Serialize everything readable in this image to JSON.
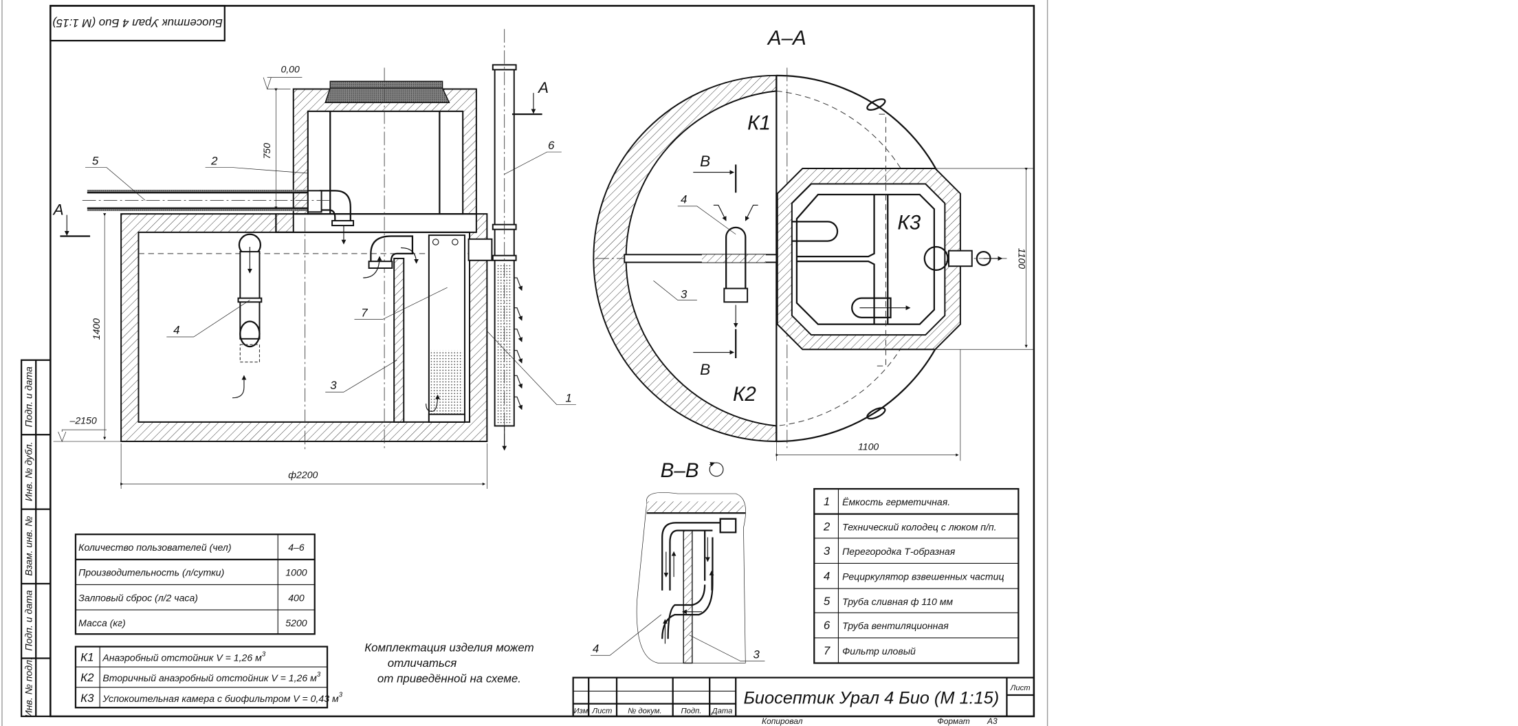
{
  "drawing": {
    "title_rotated": "Биосептик Урал 4 Био (М 1:15)",
    "section_aa": "А–А",
    "section_bb": "В–В",
    "section_mark_a": "А",
    "section_mark_b": "В",
    "chambers": {
      "k1": "К1",
      "k2": "К2",
      "k3": "К3"
    },
    "dims": {
      "level_top": "0,00",
      "level_bottom": "–2150",
      "h750": "750",
      "h1400": "1400",
      "d2200": "ф2200",
      "w1100": "1100",
      "h1100": "1100"
    },
    "callouts": {
      "c1": "1",
      "c2": "2",
      "c3": "3",
      "c4": "4",
      "c5": "5",
      "c6": "6",
      "c7": "7"
    }
  },
  "params_table": [
    {
      "label": "Количество пользователей (чел)",
      "value": "4–6"
    },
    {
      "label": "Производительность (л/сутки)",
      "value": "1000"
    },
    {
      "label": "Залповый сброс (л/2 часа)",
      "value": "400"
    },
    {
      "label": "Масса (кг)",
      "value": "5200"
    }
  ],
  "chambers_table": [
    {
      "code": "К1",
      "desc": "Анаэробный отстойник V = 1,26 м",
      "sup": "3"
    },
    {
      "code": "К2",
      "desc": "Вторичный анаэробный отстойник V = 1,26 м",
      "sup": "3"
    },
    {
      "code": "К3",
      "desc": "Успокоительная камера с биофильтром V = 0,43 м",
      "sup": "3"
    }
  ],
  "note": [
    "Комплектация изделия может",
    "отличаться",
    "от приведённой на схеме."
  ],
  "legend": [
    {
      "num": "1",
      "text": "Ёмкость герметичная."
    },
    {
      "num": "2",
      "text": "Технический колодец с люком п/п."
    },
    {
      "num": "3",
      "text": "Перегородка Т-образная"
    },
    {
      "num": "4",
      "text": "Рециркулятор взвешенных частиц"
    },
    {
      "num": "5",
      "text": "Труба сливная ф 110 мм"
    },
    {
      "num": "6",
      "text": "Труба вентиляционная"
    },
    {
      "num": "7",
      "text": "Фильтр иловый"
    }
  ],
  "title_block": {
    "title": "Биосептик Урал 4 Био (М 1:15)",
    "headers": [
      "Изм",
      "Лист",
      "№ докум.",
      "Подп.",
      "Дата"
    ],
    "sheet_label": "Лист",
    "copied": "Копировал",
    "format_label": "Формат",
    "format_value": "А3"
  },
  "side_stamp": [
    "Подп. и дата",
    "Инв. № дубл.",
    "Взам. инв. №",
    "Подп. и дата",
    "Инв. № подл."
  ]
}
